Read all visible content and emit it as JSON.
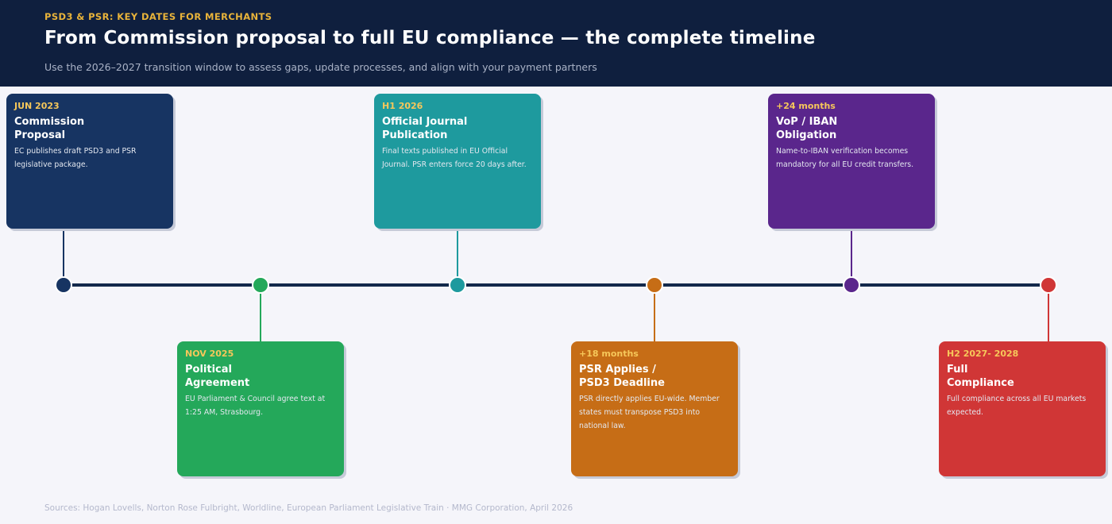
{
  "header": {
    "eyebrow": "PSD3 & PSR: KEY DATES FOR MERCHANTS",
    "title": "From Commission proposal to full EU compliance — the complete timeline",
    "subtitle": "Use the 2026–2027 transition window to assess gaps, update processes, and align with your payment partners"
  },
  "colors": {
    "header_bg": "#0f1f3e",
    "eyebrow": "#e8b33a",
    "axis": "#13294b",
    "date_label": "#f6c75a",
    "page_bg": "#f5f5fa"
  },
  "milestones": [
    {
      "date": "JUN 2023",
      "title": "Commission Proposal",
      "description": "EC publishes draft PSD3 and PSR legislative package.",
      "color": "#173462",
      "position": "above"
    },
    {
      "date": "NOV 2025",
      "title": "Political Agreement",
      "description": "EU Parliament & Council agree text at 1:25 AM, Strasbourg.",
      "color": "#24a85a",
      "position": "below"
    },
    {
      "date": "H1 2026",
      "title": "Official Journal Publication",
      "description": "Final texts published in EU Official Journal. PSR enters force 20 days after.",
      "color": "#1e9a9e",
      "position": "above"
    },
    {
      "date": "+18 months",
      "title": "PSR Applies / PSD3 Deadline",
      "description": "PSR directly applies EU-wide. Member states must transpose PSD3 into national law.",
      "color": "#c66d16",
      "position": "below"
    },
    {
      "date": "+24 months",
      "title": "VoP / IBAN Obligation",
      "description": "Name-to-IBAN verification becomes mandatory for all EU credit transfers.",
      "color": "#5a268c",
      "position": "above"
    },
    {
      "date": "H2 2027- 2028",
      "title": "Full Compliance",
      "description": "Full compliance across all EU markets expected.",
      "color": "#d03636",
      "position": "below"
    }
  ],
  "footer": {
    "text": "Sources: Hogan Lovells, Norton Rose Fulbright, Worldline, European Parliament Legislative Train  ·  MMG Corporation, April 2026"
  }
}
